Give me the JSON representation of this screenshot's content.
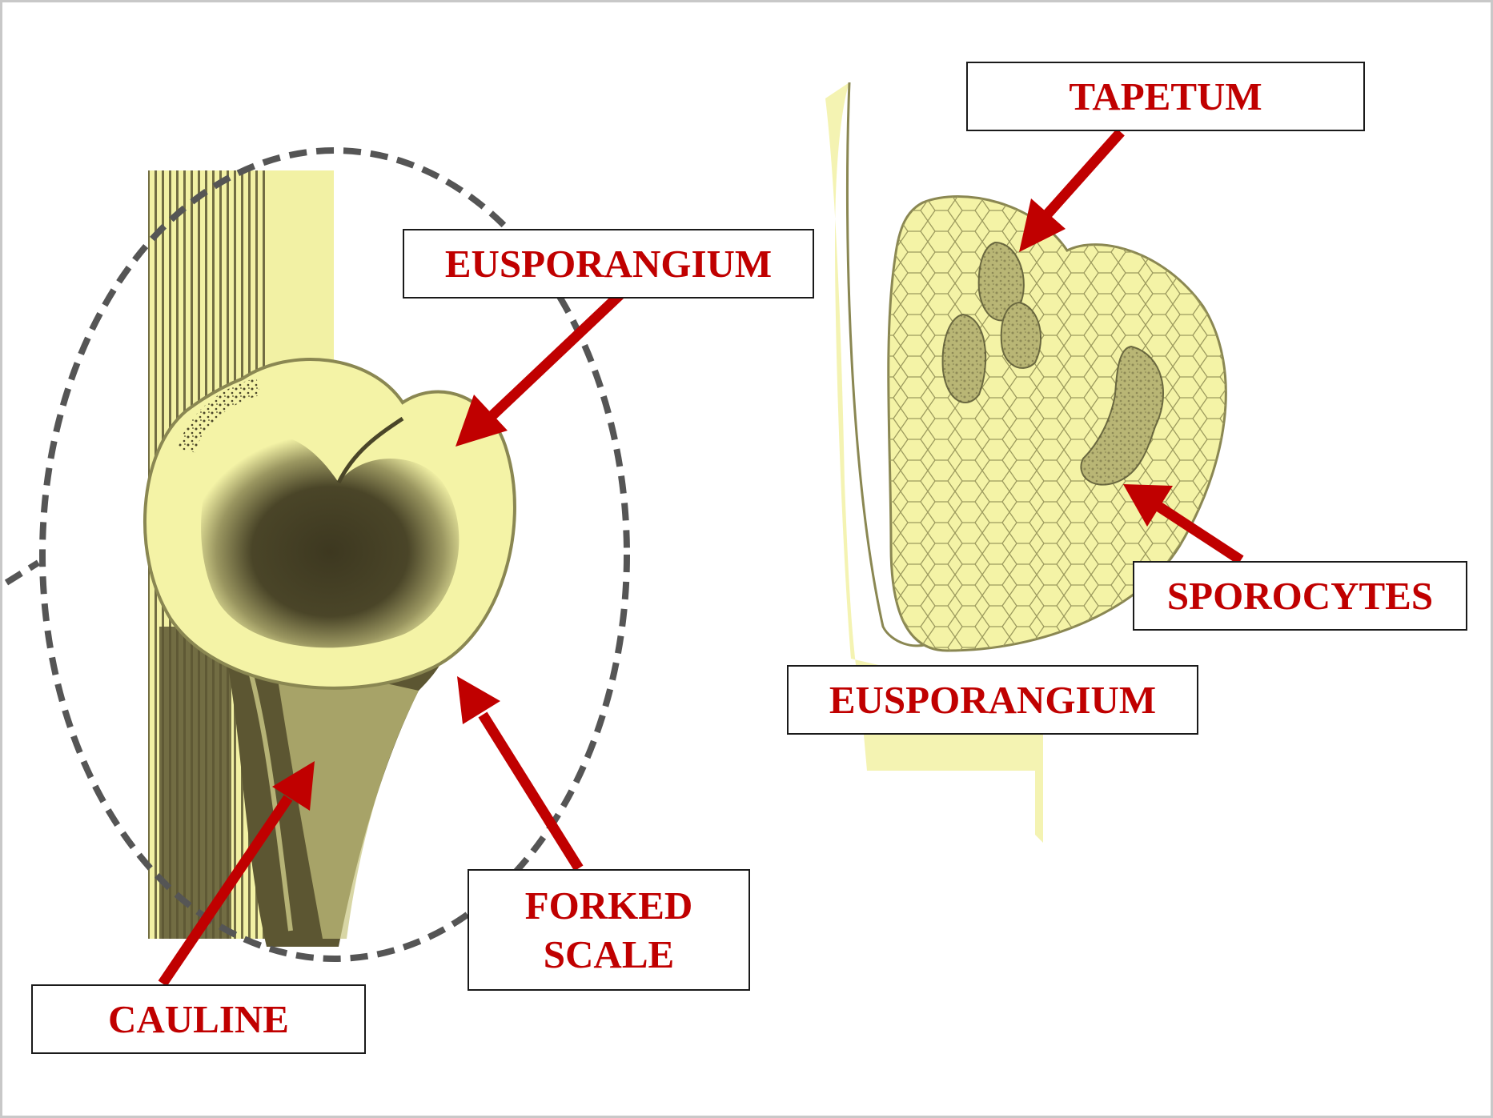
{
  "colors": {
    "label_text": "#c00000",
    "arrow": "#c00000",
    "box_border": "#1a1a1a",
    "tissue_light": "#f4f3a6",
    "tissue_dark": "#5c5632",
    "outline": "#8a8752",
    "dashed_circle": "#555555"
  },
  "labels": {
    "eusporangium_left": "EUSPORANGIUM",
    "forked_scale_line1": "FORKED",
    "forked_scale_line2": "SCALE",
    "cauline": "CAULINE",
    "tapetum": "TAPETUM",
    "sporocytes": "SPOROCYTES",
    "eusporangium_right": "EUSPORANGIUM"
  }
}
